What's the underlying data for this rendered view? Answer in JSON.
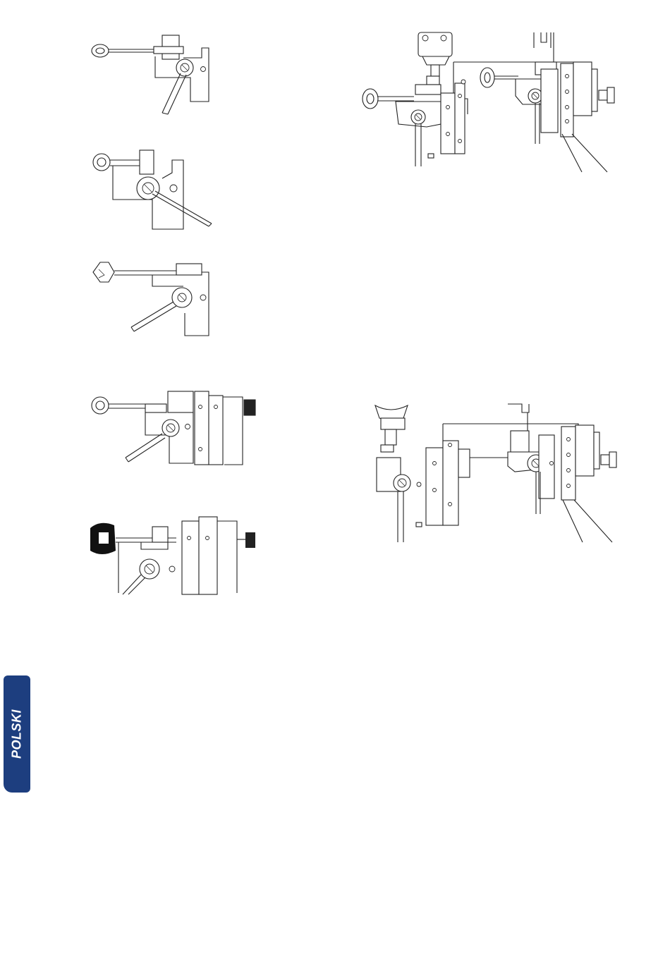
{
  "page": {
    "language_tab": "POLSKI",
    "accent_color": "#1d3e7f"
  },
  "figures": [
    {
      "id": "clamp-key-1",
      "description_icon": "key-in-clamp-icon"
    },
    {
      "id": "clamp-key-2",
      "description_icon": "key-in-clamp-icon"
    },
    {
      "id": "clamp-key-3",
      "description_icon": "key-in-clamp-icon"
    },
    {
      "id": "clamp-key-4",
      "description_icon": "key-in-clamp-icon"
    },
    {
      "id": "clamp-key-5",
      "description_icon": "key-in-clamp-icon"
    },
    {
      "id": "machine-top",
      "description_icon": "key-machine-icon"
    },
    {
      "id": "machine-bottom",
      "description_icon": "key-machine-icon"
    }
  ]
}
